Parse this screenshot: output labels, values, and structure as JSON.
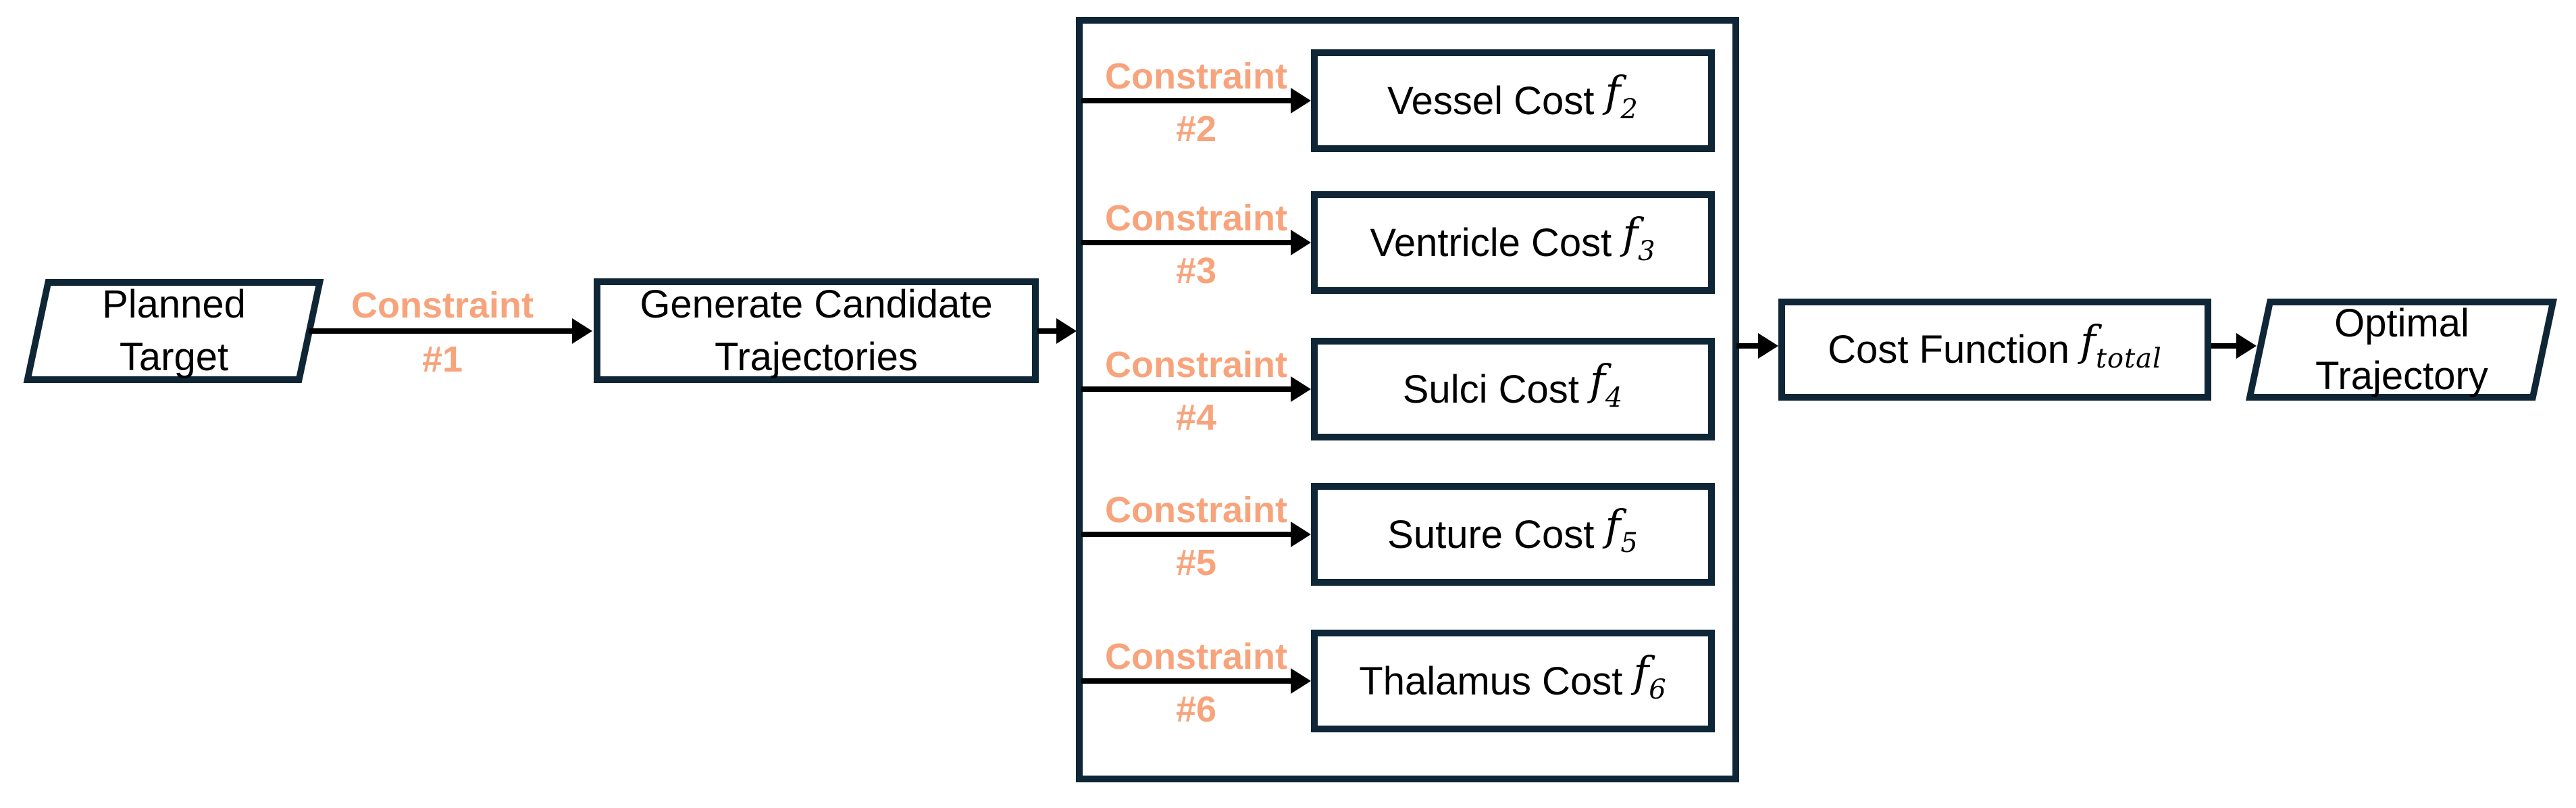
{
  "colors": {
    "outline_navy": "#0e2635",
    "constraint_salmon": "#f7a47c",
    "arrow_black": "#000000",
    "background": "#ffffff",
    "text": "#000000"
  },
  "nodes": {
    "planned_target": {
      "line1": "Planned",
      "line2": "Target"
    },
    "generate_candidates": {
      "line1": "Generate Candidate",
      "line2": "Trajectories"
    },
    "cost_function": {
      "name": "Cost Function",
      "symbol": "f",
      "sub": "total"
    },
    "optimal_trajectory": {
      "line1": "Optimal",
      "line2": "Trajectory"
    }
  },
  "constraint_labels": [
    {
      "word": "Constraint",
      "number": "#1"
    },
    {
      "word": "Constraint",
      "number": "#2"
    },
    {
      "word": "Constraint",
      "number": "#3"
    },
    {
      "word": "Constraint",
      "number": "#4"
    },
    {
      "word": "Constraint",
      "number": "#5"
    },
    {
      "word": "Constraint",
      "number": "#6"
    }
  ],
  "cost_boxes": [
    {
      "name": "Vessel Cost",
      "symbol": "f",
      "sub": "2"
    },
    {
      "name": "Ventricle Cost",
      "symbol": "f",
      "sub": "3"
    },
    {
      "name": "Sulci Cost",
      "symbol": "f",
      "sub": "4"
    },
    {
      "name": "Suture Cost",
      "symbol": "f",
      "sub": "5"
    },
    {
      "name": "Thalamus Cost",
      "symbol": "f",
      "sub": "6"
    }
  ]
}
